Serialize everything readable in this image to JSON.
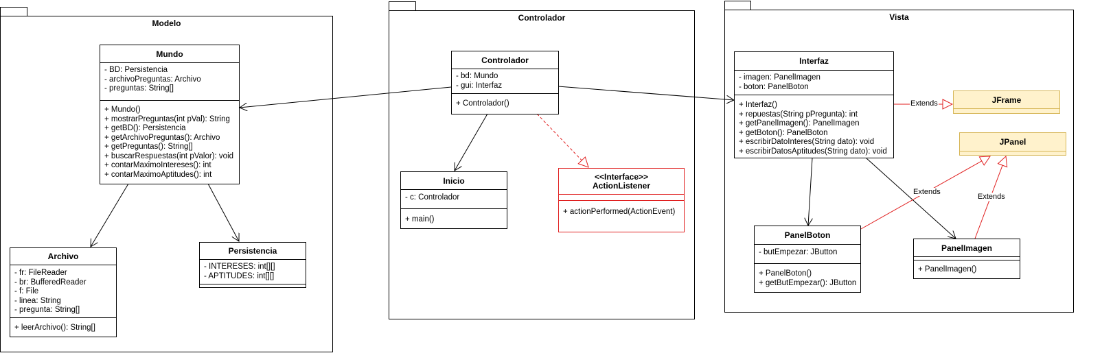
{
  "packages": {
    "modelo": "Modelo",
    "controlador": "Controlador",
    "vista": "Vista"
  },
  "classes": {
    "mundo": {
      "name": "Mundo",
      "attributes": [
        "- BD: Persistencia",
        "- archivoPreguntas: Archivo",
        "- preguntas: String[]"
      ],
      "methods": [
        "+ Mundo()",
        "+ mostrarPreguntas(int pVal): String",
        "+ getBD(): Persistencia",
        "+ getArchivoPreguntas(): Archivo",
        "+ getPreguntas(): String[]",
        "+ buscarRespuestas(int pValor): void",
        "+ contarMaximoIntereses(): int",
        "+ contarMaximoAptitudes(): int"
      ]
    },
    "archivo": {
      "name": "Archivo",
      "attributes": [
        "- fr: FileReader",
        "- br: BufferedReader",
        "- f: File",
        "- linea: String",
        "- pregunta: String[]"
      ],
      "methods": [
        "+ leerArchivo(): String[]"
      ]
    },
    "persistencia": {
      "name": "Persistencia",
      "attributes": [
        "- INTERESES: int[][]",
        "- APTITUDES: int[][]"
      ],
      "methods": []
    },
    "controlador": {
      "name": "Controlador",
      "attributes": [
        "- bd: Mundo",
        "- gui: Interfaz"
      ],
      "methods": [
        "+ Controlador()"
      ]
    },
    "inicio": {
      "name": "Inicio",
      "attributes": [
        "- c: Controlador"
      ],
      "methods": [
        "+ main()"
      ]
    },
    "actionlistener": {
      "stereotype": "<<Interface>>",
      "name": "ActionListener",
      "attributes": [],
      "methods": [
        "+ actionPerformed(ActionEvent)"
      ]
    },
    "interfaz": {
      "name": "Interfaz",
      "attributes": [
        "- imagen: PanelImagen",
        "- boton: PanelBoton"
      ],
      "methods": [
        "+ Interfaz()",
        "+ repuestas(String pPregunta): int",
        "+ getPanelImagen(): PanelImagen",
        "+ getBoton(): PanelBoton",
        "+ escribirDatoInteres(String dato): void",
        "+ escribirDatosAptitudes(String dato): void"
      ]
    },
    "jframe": {
      "name": "JFrame"
    },
    "jpanel": {
      "name": "JPanel"
    },
    "panelboton": {
      "name": "PanelBoton",
      "attributes": [
        "- butEmpezar: JButton"
      ],
      "methods": [
        "+ PanelBoton()",
        "+ getButEmpezar(): JButton"
      ]
    },
    "panelimagen": {
      "name": "PanelImagen",
      "attributes": [],
      "methods": [
        "+ PanelImagen()"
      ]
    }
  },
  "edge_labels": {
    "interfaz_jframe": "Extends",
    "panelboton_jpanel": "Extends",
    "panelimagen_jpanel": "Extends"
  },
  "colors": {
    "realization": "#e01e1e",
    "extends": "#e01e1e",
    "external_fill": "#fff2cc",
    "external_border": "#d6b656"
  }
}
